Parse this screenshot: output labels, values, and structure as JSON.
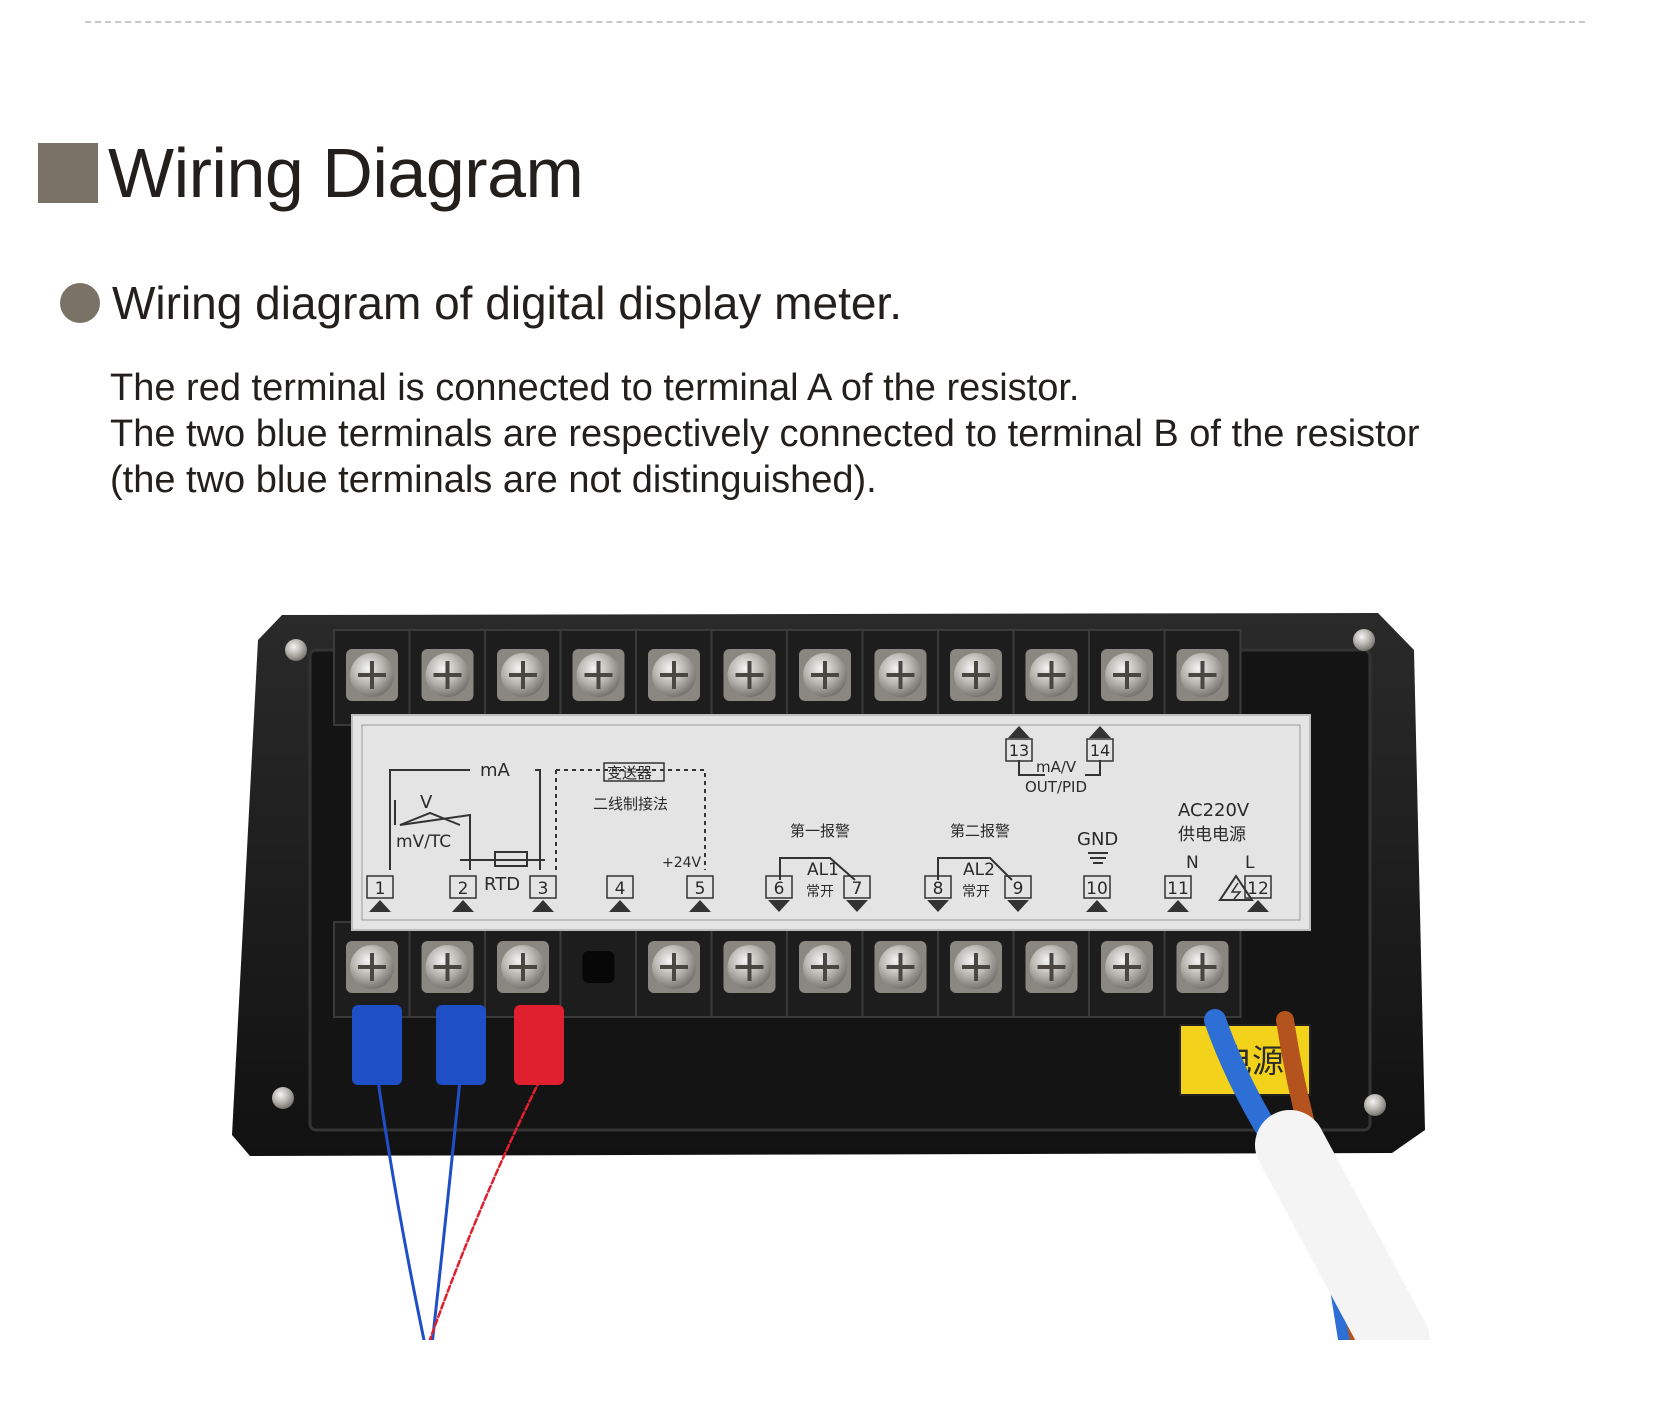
{
  "heading": {
    "title": "Wiring Diagram",
    "subtitle": "Wiring diagram of digital display meter."
  },
  "description": {
    "line1": "The red terminal is connected to terminal A of the resistor.",
    "line2": "The two blue terminals are respectively connected to terminal B of the resistor",
    "line3": "(the two blue terminals are not distinguished)."
  },
  "panel": {
    "ma_label": "mA",
    "v_label": "V",
    "mvtc_label": "mV/TC",
    "rtd_label": "RTD",
    "transmitter_label": "变送器",
    "two_wire_label": "二线制接法",
    "plus24_label": "+24V",
    "alarm1_title": "第一报警",
    "al1_label": "AL1",
    "no1_label": "常开",
    "alarm2_title": "第二报警",
    "al2_label": "AL2",
    "no2_label": "常开",
    "gnd_label": "GND",
    "ac_label": "AC220V",
    "power_label": "供电电源",
    "n_label": "N",
    "l_label": "L",
    "out_ma_label": "mA/V",
    "out_pid_label": "OUT/PID",
    "terminals": [
      "1",
      "2",
      "3",
      "4",
      "5",
      "6",
      "7",
      "8",
      "9",
      "10",
      "11",
      "12"
    ],
    "top_terminals": [
      "13",
      "14"
    ],
    "sticker_text": "电源"
  },
  "colors": {
    "accent": "#7b7266",
    "wire_blue": "#1f4fc7",
    "wire_red": "#e0202e",
    "housing": "#1b1b1b",
    "label_plate": "#e6e6e6"
  }
}
